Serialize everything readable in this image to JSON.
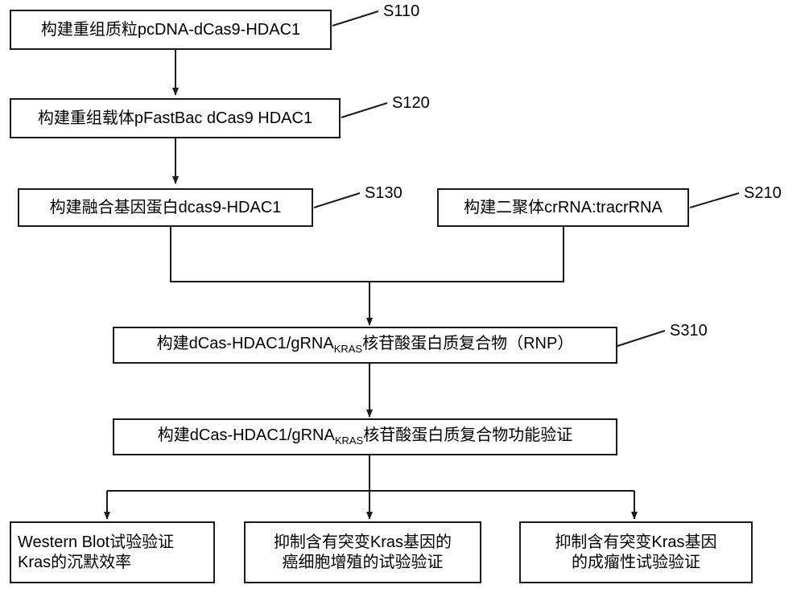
{
  "diagram": {
    "type": "flowchart",
    "title": "",
    "nodes": [
      {
        "id": "s110",
        "text": "构建重组质粒pcDNA-dCas9-HDAC1",
        "tag": "S110"
      },
      {
        "id": "s120",
        "text": "构建重组载体pFastBac dCas9 HDAC1",
        "tag": "S120"
      },
      {
        "id": "s130",
        "text": "构建融合基因蛋白dcas9-HDAC1",
        "tag": "S130"
      },
      {
        "id": "s210",
        "text": "构建二聚体crRNA:tracrRNA",
        "tag": "S210"
      },
      {
        "id": "s310",
        "text_pre": "构建dCas-HDAC1/gRNA",
        "text_sub": "KRAS",
        "text_post": "核苷酸蛋白质复合物（RNP）",
        "tag": "S310"
      },
      {
        "id": "s320",
        "text_pre": "构建dCas-HDAC1/gRNA",
        "text_sub": "KRAS",
        "text_post": "核苷酸蛋白质复合物功能验证",
        "tag": ""
      },
      {
        "id": "r1",
        "line1": "Western Blot试验验证",
        "line2": "Kras的沉默效率",
        "tag": ""
      },
      {
        "id": "r2",
        "line1": "抑制含有突变Kras基因的",
        "line2": "癌细胞增殖的试验验证",
        "tag": ""
      },
      {
        "id": "r3",
        "line1": "抑制含有突变Kras基因",
        "line2": "的成瘤性试验验证",
        "tag": ""
      }
    ],
    "colors": {
      "stroke": "#1a1a1a",
      "fill": "#ffffff",
      "text": "#000000"
    }
  }
}
